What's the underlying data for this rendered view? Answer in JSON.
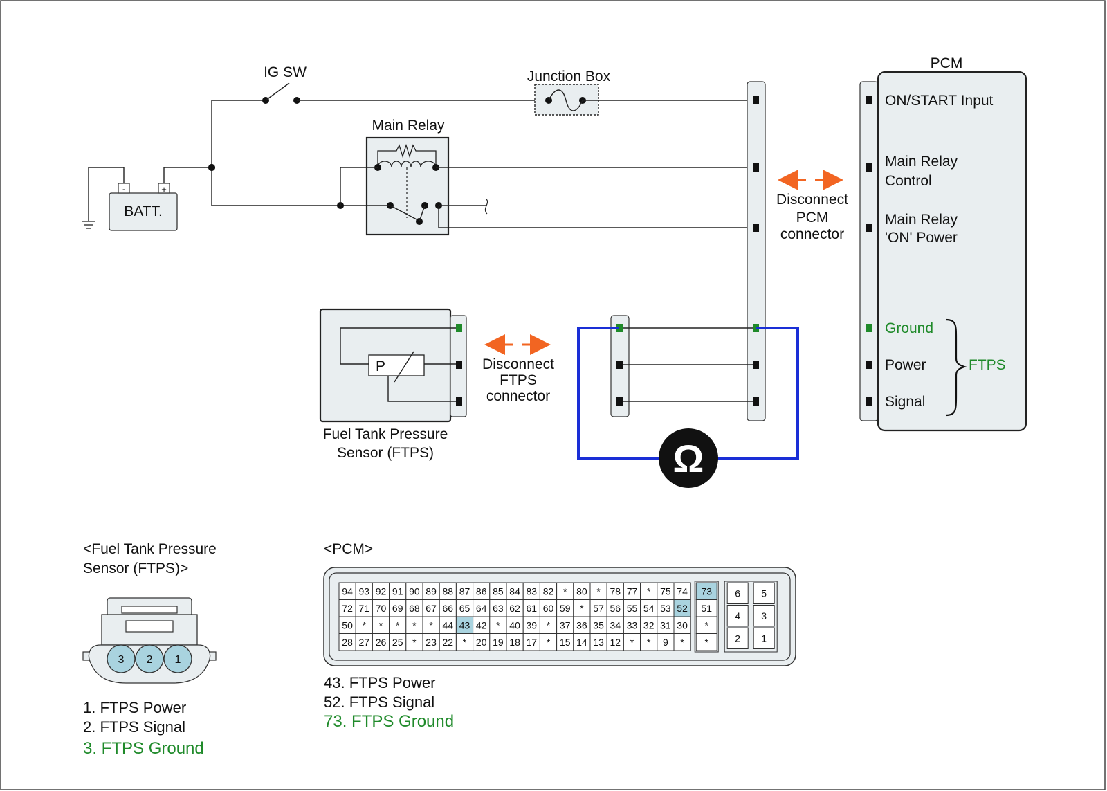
{
  "labels": {
    "ig_sw": "IG SW",
    "junction_box": "Junction Box",
    "main_relay": "Main Relay",
    "batt": "BATT.",
    "batt_minus": "-",
    "batt_plus": "+",
    "pcm_title": "PCM",
    "pcm_on_start": "ON/START Input",
    "pcm_relay_ctrl_1": "Main Relay",
    "pcm_relay_ctrl_2": "Control",
    "pcm_relay_pwr_1": "Main Relay",
    "pcm_relay_pwr_2": "'ON' Power",
    "pcm_ground": "Ground",
    "pcm_power": "Power",
    "pcm_signal": "Signal",
    "ftps_brace": "FTPS",
    "disc_pcm_1": "Disconnect",
    "disc_pcm_2": "PCM",
    "disc_pcm_3": "connector",
    "disc_ftps_1": "Disconnect",
    "disc_ftps_2": "FTPS",
    "disc_ftps_3": "connector",
    "sensor_p": "P",
    "sensor_name_1": "Fuel Tank Pressure",
    "sensor_name_2": "Sensor (FTPS)",
    "ohm": "Ω"
  },
  "ftps_connector": {
    "title_1": "<Fuel Tank Pressure",
    "title_2": "Sensor (FTPS)>",
    "pins": [
      "3",
      "2",
      "1"
    ],
    "legend": [
      {
        "text": "1. FTPS Power",
        "ground": false
      },
      {
        "text": "2. FTPS Signal",
        "ground": false
      },
      {
        "text": "3. FTPS Ground",
        "ground": true
      }
    ]
  },
  "pcm_connector": {
    "title": "<PCM>",
    "rows": [
      [
        "94",
        "93",
        "92",
        "91",
        "90",
        "89",
        "88",
        "87",
        "86",
        "85",
        "84",
        "83",
        "82",
        "*",
        "80",
        "*",
        "78",
        "77",
        "*",
        "75",
        "74"
      ],
      [
        "72",
        "71",
        "70",
        "69",
        "68",
        "67",
        "66",
        "65",
        "64",
        "63",
        "62",
        "61",
        "60",
        "59",
        "*",
        "57",
        "56",
        "55",
        "54",
        "53",
        "52"
      ],
      [
        "50",
        "*",
        "*",
        "*",
        "*",
        "*",
        "44",
        "43",
        "42",
        "*",
        "40",
        "39",
        "*",
        "37",
        "36",
        "35",
        "34",
        "33",
        "32",
        "31",
        "30"
      ],
      [
        "28",
        "27",
        "26",
        "25",
        "*",
        "23",
        "22",
        "*",
        "20",
        "19",
        "18",
        "17",
        "*",
        "15",
        "14",
        "13",
        "12",
        "*",
        "*",
        "9",
        "*"
      ]
    ],
    "side_col": [
      "73",
      "51",
      "*",
      "*"
    ],
    "highlight": [
      "43",
      "52",
      "73"
    ],
    "block_left": [
      "6",
      "4",
      "2"
    ],
    "block_right": [
      "5",
      "3",
      "1"
    ],
    "legend": [
      {
        "text": "43. FTPS Power",
        "ground": false
      },
      {
        "text": "52. FTPS Signal",
        "ground": false
      },
      {
        "text": "73. FTPS Ground",
        "ground": true
      }
    ]
  },
  "colors": {
    "ground_green": "#1f8a2a",
    "meter_blue": "#1a2fd6",
    "arrow_orange": "#f26522",
    "pin_highlight": "#a9d3df",
    "connector_fill": "#e9eef0"
  }
}
